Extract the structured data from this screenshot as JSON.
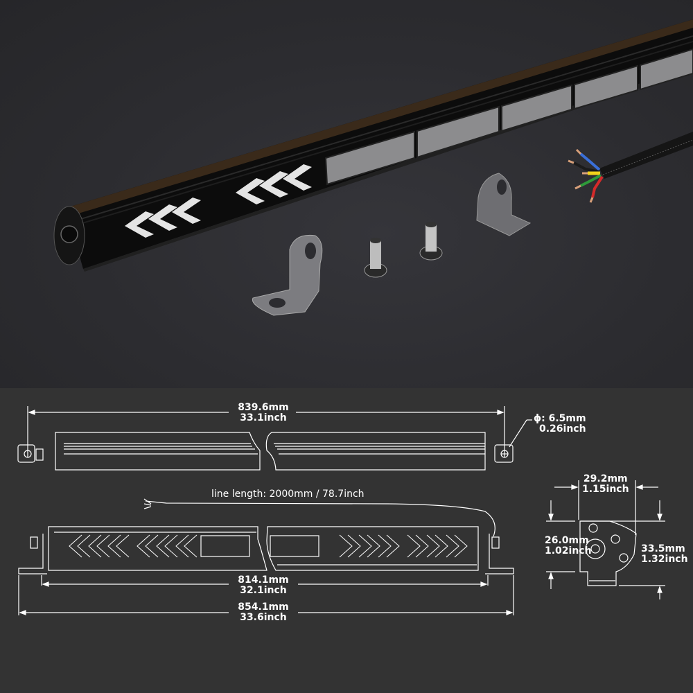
{
  "product": {
    "name": "LED light bar with sequential amber chevron DRL",
    "accessories": [
      "mounting-bracket-left",
      "mounting-bracket-right",
      "bolt-1",
      "bolt-2",
      "wire-harness"
    ],
    "wire_colors": [
      "#3a6fd8",
      "#f2d21b",
      "#d42a2a",
      "#2e9a3a",
      "#1b1b1b"
    ],
    "colors": {
      "background": "#333333",
      "housing": "#0d0d0d",
      "chevron": "#e6e6e6",
      "line": "#ffffff"
    }
  },
  "dimensions": {
    "overall_length": {
      "mm": "839.6mm",
      "inch": "33.1inch"
    },
    "hole_diameter": {
      "mm": "ϕ:  6.5mm",
      "inch": "0.26inch"
    },
    "line_length": "line length: 2000mm / 78.7inch",
    "body_length": {
      "mm": "814.1mm",
      "inch": "32.1inch"
    },
    "total_length": {
      "mm": "854.1mm",
      "inch": "33.6inch"
    },
    "depth": {
      "mm": "29.2mm",
      "inch": "1.15inch"
    },
    "body_height": {
      "mm": "26.0mm",
      "inch": "1.02inch"
    },
    "total_height": {
      "mm": "33.5mm",
      "inch": "1.32inch"
    }
  }
}
